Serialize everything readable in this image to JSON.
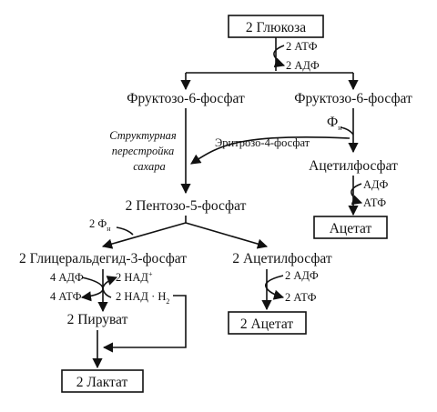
{
  "nodes": {
    "glucose": "2 Глюкоза",
    "fructose_left": "Фруктозо-6-фосфат",
    "fructose_right": "Фруктозо-6-фосфат",
    "acetylphosphate_right": "Ацетилфосфат",
    "acetate": "Ацетат",
    "erythrose": "Эритрозо-4-фосфат",
    "pentose": "2 Пентозо-5-фосфат",
    "glyceraldehyde": "2 Глицеральдегид-3-фосфат",
    "acetylphosphate_2": "2 Ацетилфосфат",
    "pyruvate": "2 Пируват",
    "acetate_2": "2 Ацетат",
    "lactate": "2 Лактат"
  },
  "labels": {
    "atp_in": "2 АТФ",
    "adp_out": "2 АДФ",
    "pn_main": "Ф",
    "pn_sub": "н",
    "adp_in_right": "АДФ",
    "atp_out_right": "АТФ",
    "pn2_main": "2 Ф",
    "pn2_sub": "н",
    "adp4": "4 АДФ",
    "atp4": "4 АТФ",
    "nad_main": "2 НАД",
    "nad_sup": "+",
    "nadh": "2 НАД · Н",
    "nadh_sub": "2",
    "adp2": "2 АДФ",
    "atp2": "2 АТФ",
    "restructure_1": "Структурная",
    "restructure_2": "перестройка",
    "restructure_3": "сахара"
  }
}
